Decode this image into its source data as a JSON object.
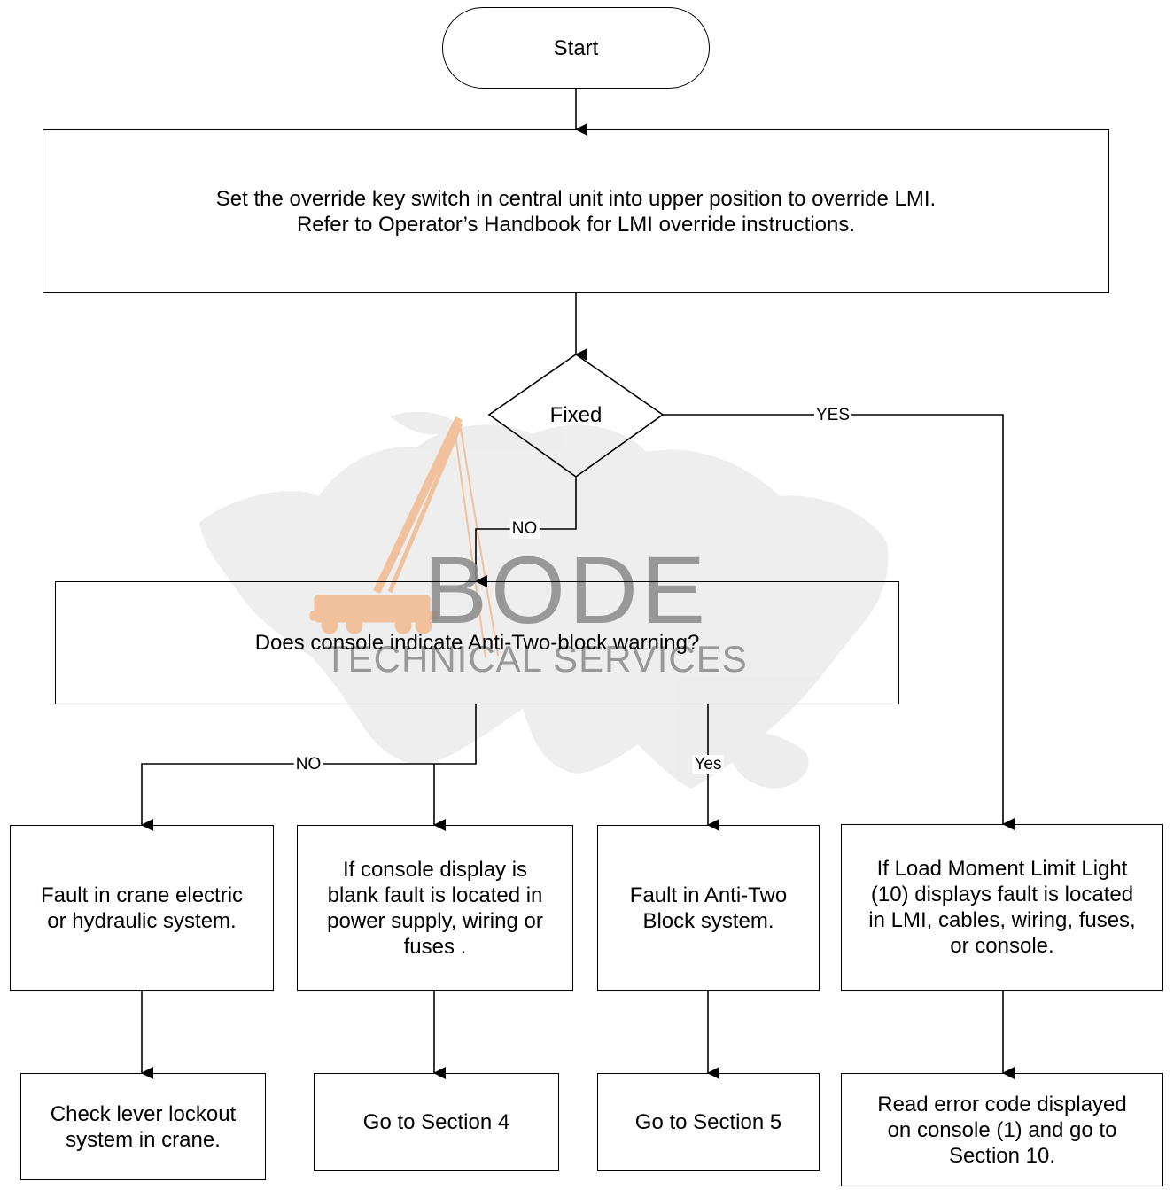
{
  "nodes": {
    "start": "Start",
    "override": "Set the override key switch in central unit into upper position to override LMI.\nRefer to Operator’s Handbook for LMI override instructions.",
    "decision": "Fixed",
    "console": "Does console indicate Anti-Two-block warning?",
    "fault_crane": "Fault in crane electric\nor hydraulic system.",
    "console_blank": "If console display is\nblank fault is located in\npower supply, wiring or\nfuses .",
    "fault_a2b": "Fault in Anti-Two\nBlock system.",
    "lml_light": " If Load Moment Limit Light\n(10) displays fault is located\nin LMI, cables, wiring, fuses,\nor console.",
    "check_lever": " Check lever lockout\nsystem in crane.",
    "section4": "Go to Section 4",
    "section5": "Go to Section 5",
    "read_error": "Read error code displayed\non console (1) and go to\nSection 10."
  },
  "edge_labels": {
    "yes_upper": "YES",
    "no_upper": "NO",
    "no_lower": "NO",
    "yes_lower": "Yes"
  },
  "watermark": {
    "brand": "BODE",
    "sub": "TECHNICAL SERVICES"
  },
  "colors": {
    "stroke": "#000000",
    "watermark_gray": "#8a8a8a",
    "crane_orange": "#f2b98e",
    "map_gray": "#e6e6e6"
  }
}
